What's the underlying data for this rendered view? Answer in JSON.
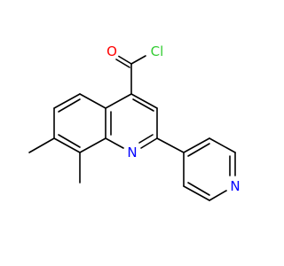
{
  "molecule": {
    "atoms": [
      {
        "id": "O1",
        "symbol": "O",
        "color": "#ff0000"
      },
      {
        "id": "Cl1",
        "symbol": "Cl",
        "color": "#33cc33"
      },
      {
        "id": "N1",
        "symbol": "N",
        "color": "#0000ff"
      },
      {
        "id": "N2",
        "symbol": "N",
        "color": "#0000ff"
      }
    ]
  }
}
